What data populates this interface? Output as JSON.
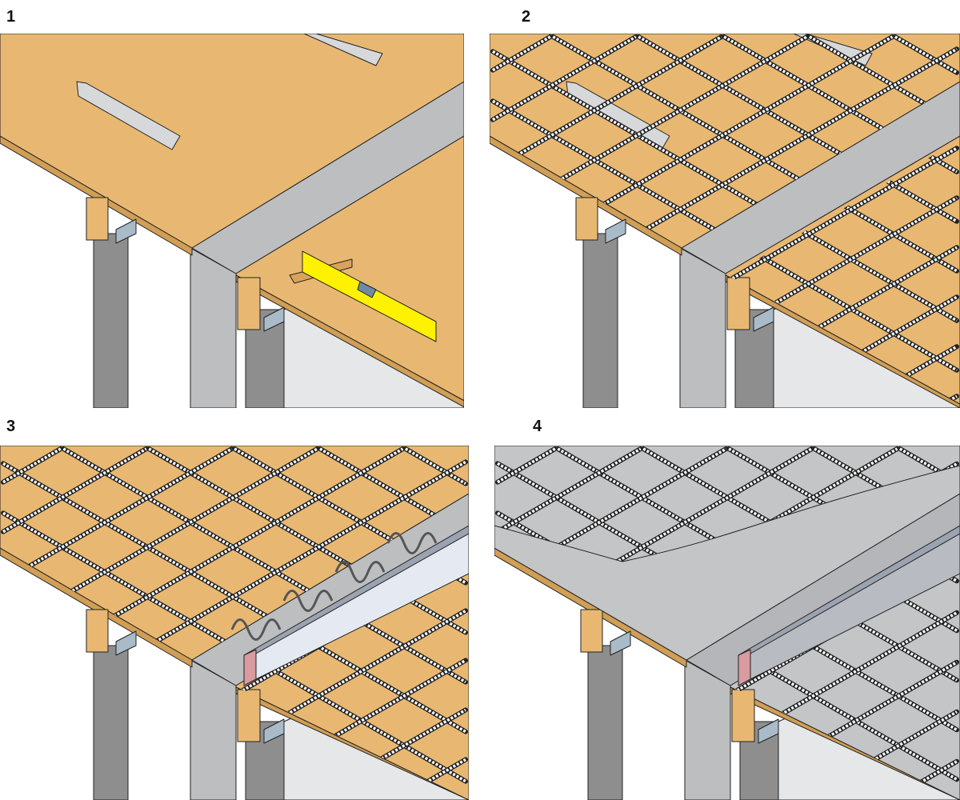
{
  "panels": [
    {
      "label": "1",
      "rebar": false,
      "concrete": false,
      "level": true,
      "formwork_edge": false
    },
    {
      "label": "2",
      "rebar": true,
      "concrete": false,
      "level": false,
      "formwork_edge": false
    },
    {
      "label": "3",
      "rebar": true,
      "concrete": false,
      "level": false,
      "formwork_edge": true
    },
    {
      "label": "4",
      "rebar": true,
      "concrete": true,
      "level": false,
      "formwork_edge": true
    }
  ],
  "colors": {
    "formwork": "#E8B872",
    "formwork_edge": "#D19E55",
    "joint": "#BDBEC0",
    "column": "#8E8E8E",
    "wall": "#E6E7E8",
    "concrete": "#C4C5C7",
    "level": "#FFF200",
    "bracket": "#A9BBC8",
    "stopend": "#D99AA0"
  }
}
